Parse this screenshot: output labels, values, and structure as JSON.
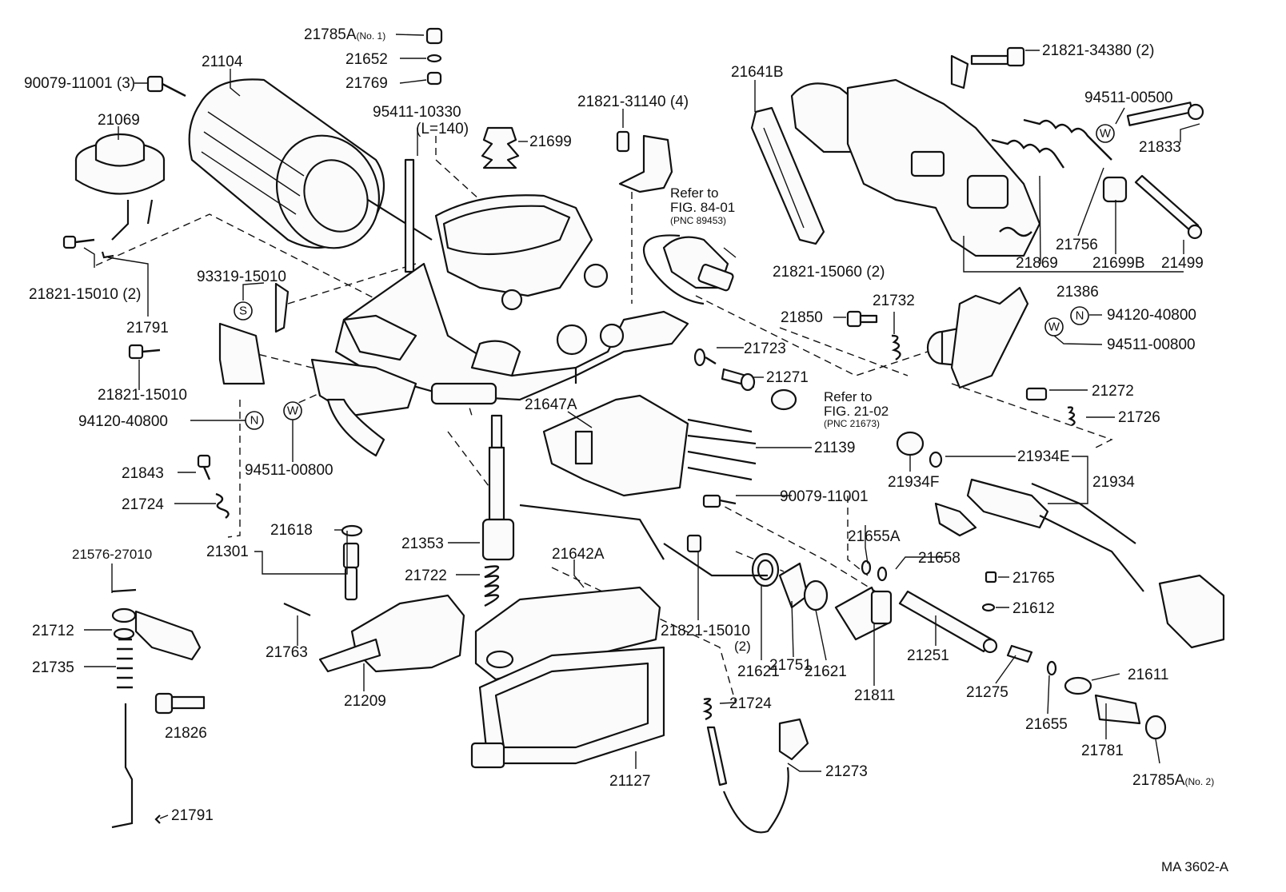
{
  "diagram_id": "MA 3602-A",
  "markers": {
    "n": "N",
    "w": "W",
    "s": "S"
  },
  "refs": {
    "ref1": {
      "line1": "Refer to",
      "line2": "FIG. 84-01",
      "line3": "(PNC 89453)"
    },
    "ref2": {
      "line1": "Refer to",
      "line2": "FIG. 21-02",
      "line3": "(PNC 21673)"
    }
  },
  "labels": {
    "p21785a_no1": {
      "num": "21785A",
      "suffix": "(No. 1)"
    },
    "p21652": "21652",
    "p21769": "21769",
    "p21104": "21104",
    "p90079_11001_3": "90079-11001 (3)",
    "p21069": "21069",
    "p95411_10330": "95411-10330",
    "p95411_len": "(L=140)",
    "p21699": "21699",
    "p21821_31140": "21821-31140 (4)",
    "p21641b": "21641B",
    "p21821_34380": "21821-34380 (2)",
    "p94511_00500": "94511-00500",
    "p21833": "21833",
    "p21821_15010_2": "21821-15010 (2)",
    "p21791_top": "21791",
    "p93319_15010": "93319-15010",
    "p21756": "21756",
    "p21869": "21869",
    "p21699b": "21699B",
    "p21499": "21499",
    "p21386": "21386",
    "p21821_15060": "21821-15060 (2)",
    "p21850": "21850",
    "p21732": "21732",
    "p94120_40800_r": "94120-40800",
    "p94511_00800_r": "94511-00800",
    "p21821_15010": "21821-15010",
    "p21723": "21723",
    "p21271": "21271",
    "p21272": "21272",
    "p21726": "21726",
    "p94120_40800_l": "94120-40800",
    "p94511_00800_l": "94511-00800",
    "p21647a": "21647A",
    "p21139": "21139",
    "p21934e": "21934E",
    "p21934": "21934",
    "p21934f": "21934F",
    "p21843": "21843",
    "p21724_left": "21724",
    "p90079_11001": "90079-11001",
    "p21618": "21618",
    "p21301": "21301",
    "p21353": "21353",
    "p21655a": "21655A",
    "p21658": "21658",
    "p21576_27010": "21576-27010",
    "p21642a": "21642A",
    "p21722": "21722",
    "p21765": "21765",
    "p21612": "21612",
    "p21712": "21712",
    "p21763": "21763",
    "p21821_15010_b": "21821-15010",
    "p21821_15010_b2": "(2)",
    "p21751": "21751",
    "p21621_a": "21621",
    "p21621_b": "21621",
    "p21251": "21251",
    "p21611": "21611",
    "p21735": "21735",
    "p21209": "21209",
    "p21811": "21811",
    "p21275": "21275",
    "p21826": "21826",
    "p21724_mid": "21724",
    "p21655": "21655",
    "p21781": "21781",
    "p21127": "21127",
    "p21273": "21273",
    "p21785a_no2": {
      "num": "21785A",
      "suffix": "(No. 2)"
    },
    "p21791_bottom": "21791"
  }
}
